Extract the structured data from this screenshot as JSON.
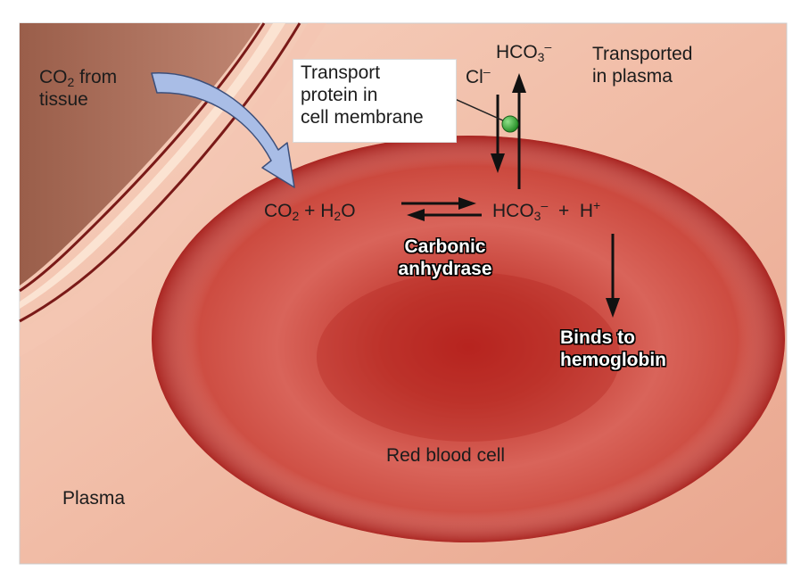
{
  "labels": {
    "co2_from_tissue": {
      "lines": [
        "from",
        "tissue"
      ],
      "prefix": "CO",
      "sub": "2"
    },
    "transport_protein": [
      "Transport",
      "protein in",
      "cell membrane"
    ],
    "transported_in_plasma": [
      "Transported",
      "in plasma"
    ],
    "carbonic_anhydrase": [
      "Carbonic",
      "anhydrase"
    ],
    "binds_to_hemoglobin": [
      "Binds to",
      "hemoglobin"
    ],
    "red_blood_cell": "Red blood cell",
    "plasma": "Plasma"
  },
  "equation": {
    "left": {
      "co2": "CO",
      "co2_sub": "2",
      "plus": "+",
      "h2o_h": "H",
      "h2o_sub": "2",
      "h2o_o": "O"
    },
    "right": {
      "hco3": "HCO",
      "hco3_sub": "3",
      "hco3_sup": "–",
      "plus": "+",
      "h": "H",
      "h_sup": "+"
    }
  },
  "membrane_ions": {
    "hco3": "HCO",
    "hco3_sub": "3",
    "hco3_sup": "–",
    "cl": "Cl",
    "cl_sup": "–"
  },
  "colors": {
    "plasma_bg": "#f2c0ab",
    "cell_red": "#c4352c",
    "protein_green": "#3aaa35",
    "arrow_blue": "#a9bde6"
  }
}
